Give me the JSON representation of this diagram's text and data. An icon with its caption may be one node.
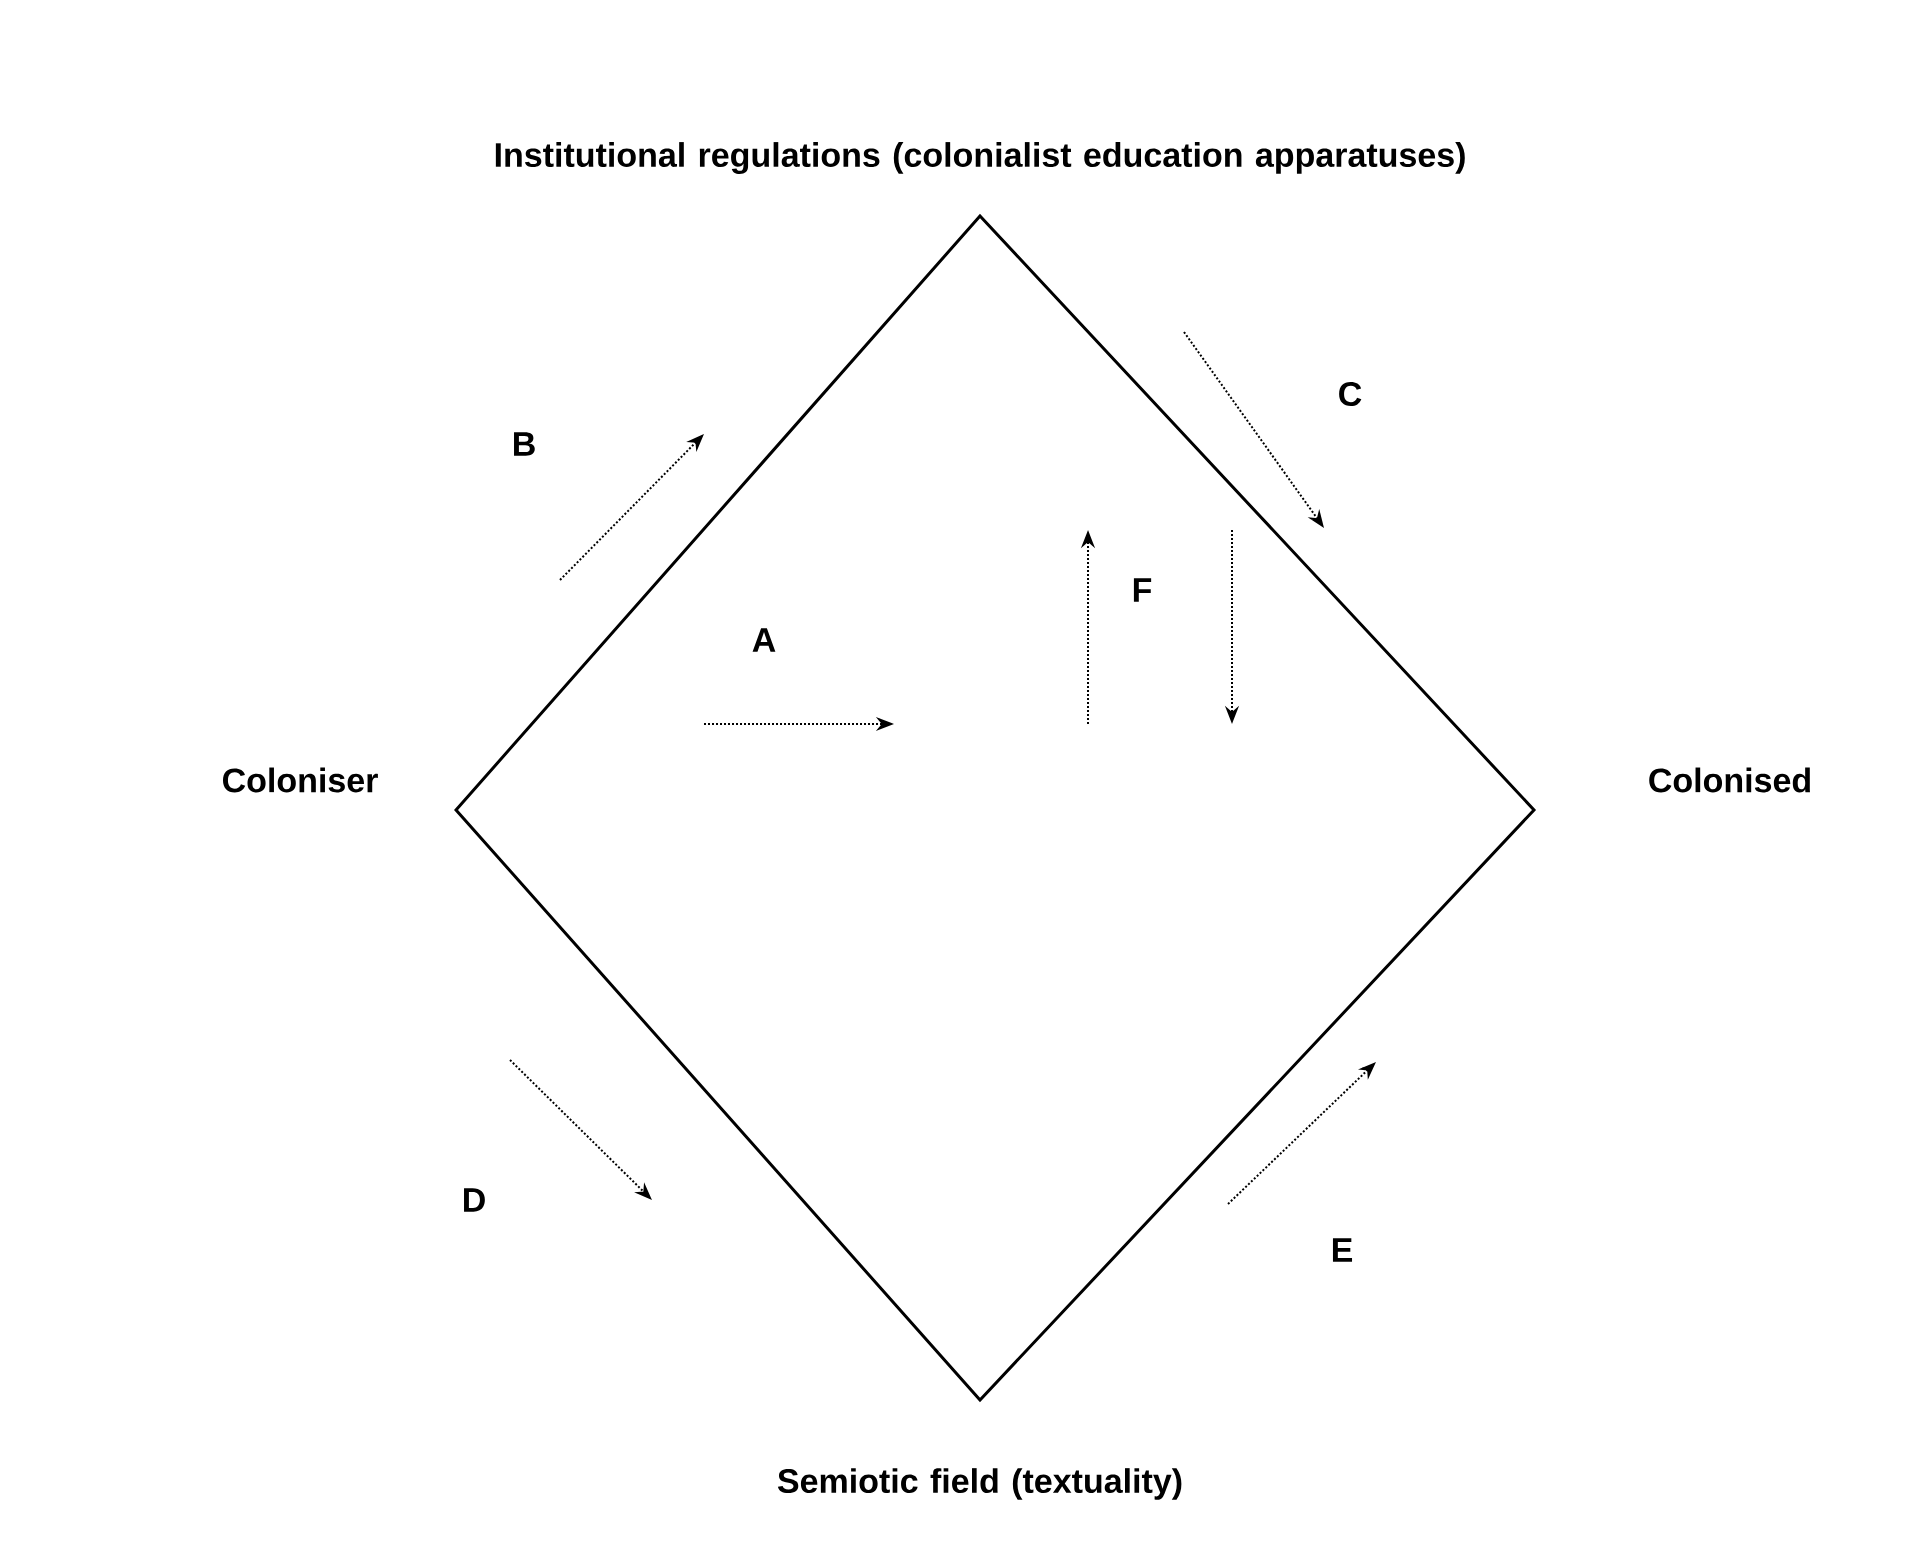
{
  "diagram": {
    "labels": [
      "Institutional regulations (colonialist education apparatuses)",
      "C",
      "B",
      "F",
      "A",
      "Coloniser",
      "Colonised",
      "D",
      "E",
      "Semiotic field (textuality)"
    ]
  }
}
